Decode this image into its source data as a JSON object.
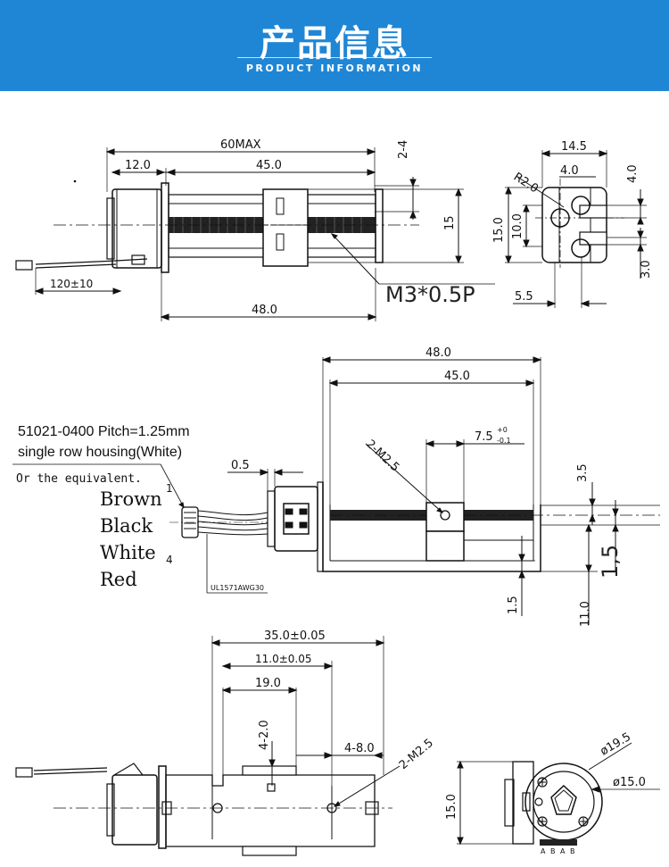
{
  "header": {
    "title": "产品信息",
    "subtitle": "PRODUCT INFORMATION",
    "background_color": "#1f86d6"
  },
  "view_top": {
    "dim_overall": "60MAX",
    "dim_motor": "12.0",
    "dim_length": "45.0",
    "dim_gap": "2-4",
    "dim_height": "15",
    "dim_wire": "120±10",
    "dim_screw_len": "48.0",
    "thread_label": "M3*0.5P"
  },
  "view_end_top": {
    "dim_width": "14.5",
    "dim_radius": "R2.0",
    "dim_slot": "4.0",
    "dim_slot_v": "4.0",
    "dim_h15": "15.0",
    "dim_h10": "10.0",
    "dim_3": "3.0",
    "dim_5_5": "5.5"
  },
  "view_mid": {
    "dim_48": "48.0",
    "dim_45": "45.0",
    "dim_hole": "2-M2.5",
    "dim_7_5": "7.5",
    "tol_plus": "+0",
    "tol_minus": "-0.1",
    "dim_0_5": "0.5",
    "dim_3_5": "3.5",
    "dim_1_5_v": "1,5",
    "dim_1_5": "1.5",
    "dim_11": "11.0",
    "connector_line1": "51021-0400 Pitch=1.25mm",
    "connector_line2": "single row housing(White)",
    "connector_note": "Or the equivalent.",
    "wires": [
      "Brown",
      "Black",
      "White",
      "Red"
    ],
    "pin_first": "1",
    "pin_last": "4",
    "cable_label": "UL1571AWG30"
  },
  "view_bottom": {
    "dim_35": "35.0±0.05",
    "dim_11": "11.0±0.05",
    "dim_19": "19.0",
    "dim_4_2": "4-2.0",
    "dim_4_8": "4-8.0",
    "dim_hole": "2-M2.5"
  },
  "view_motor_end": {
    "dim_d19_5": "ø19.5",
    "dim_d15": "ø15.0",
    "dim_h15": "15.0",
    "pin_labels": [
      "A",
      "B",
      "A",
      "B"
    ]
  }
}
